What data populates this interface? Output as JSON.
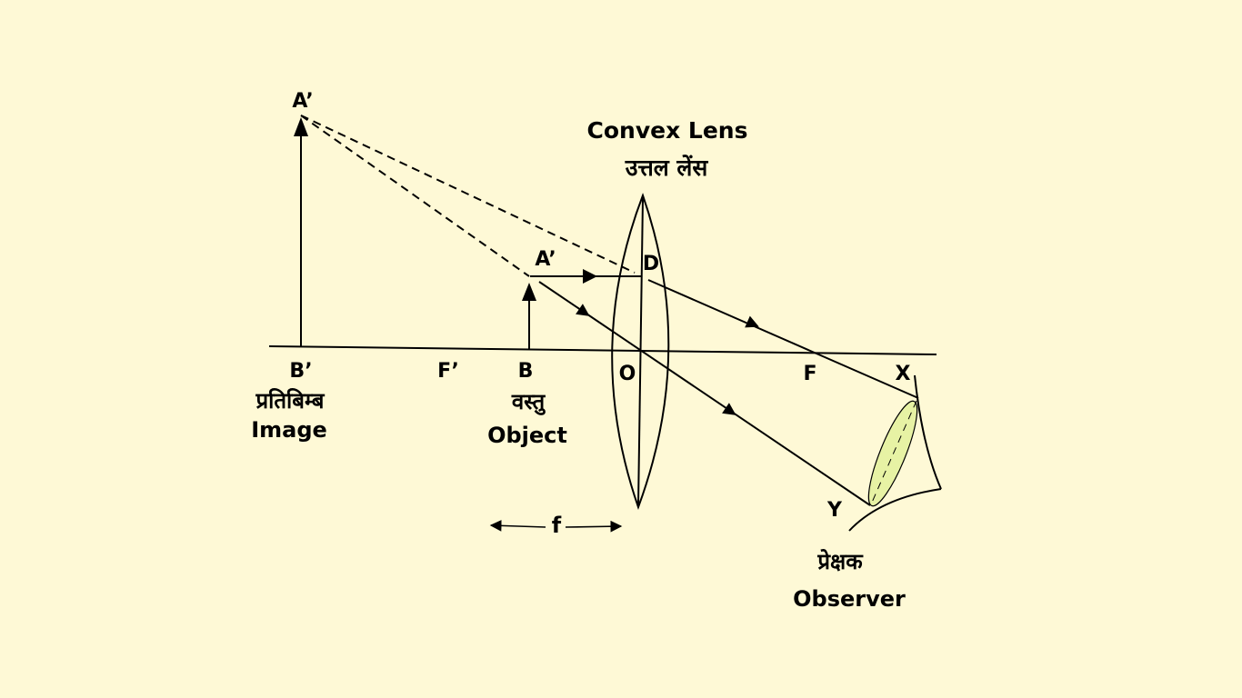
{
  "title": {
    "english": "Convex Lens",
    "hindi": "उत्तल लेंस"
  },
  "points": {
    "image_top": "A’",
    "object_top": "A’",
    "image_base": "B’",
    "focus_left": "F’",
    "object_base": "B",
    "optical_center": "O",
    "lens_top_point": "D",
    "focus_right": "F",
    "eye_top": "X",
    "eye_bottom": "Y"
  },
  "labels": {
    "image_hindi": "प्रतिबिम्ब",
    "image_english": "Image",
    "object_hindi": "वस्तु",
    "object_english": "Object",
    "focal_length": "f",
    "observer_hindi": "प्रेक्षक",
    "observer_english": "Observer"
  },
  "colors": {
    "background": "#fef9d6",
    "ink": "#000000",
    "eye_lens_fill": "#e7f2a4"
  }
}
